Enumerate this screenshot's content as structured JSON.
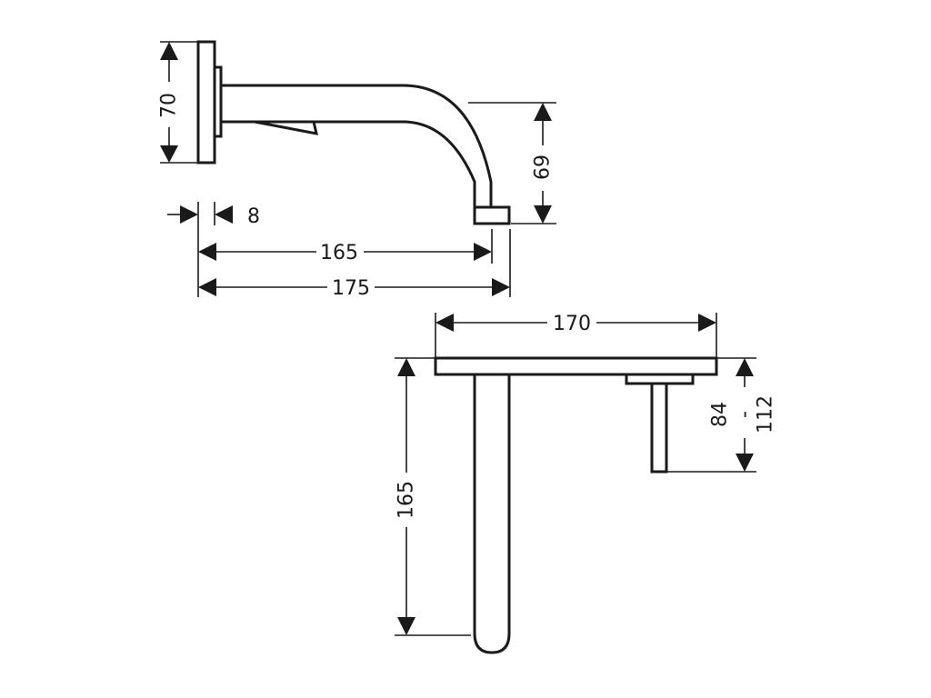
{
  "colors": {
    "line": "#1a1a1a",
    "background": "#ffffff"
  },
  "side_view": {
    "dim_height": "70",
    "dim_spout_drop": "69",
    "dim_plate_thickness": "8",
    "dim_inner_length": "165",
    "dim_total_length": "175"
  },
  "top_view": {
    "dim_width": "170",
    "dim_depth": "165",
    "dim_handle_min": "84",
    "dim_handle_sep": "-",
    "dim_handle_max": "112"
  }
}
